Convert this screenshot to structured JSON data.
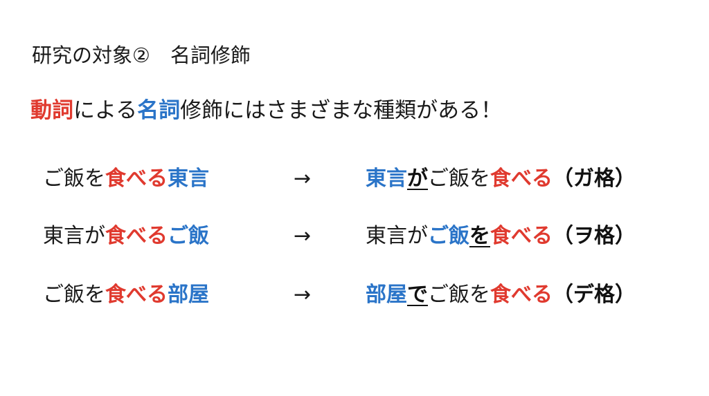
{
  "title": "研究の対象②　名詞修飾",
  "lead": {
    "verb": "動詞",
    "t1": "による",
    "noun": "名詞",
    "t2": "修飾にはさまざまな種類がある！"
  },
  "arrow": "→",
  "rows": [
    {
      "src": {
        "plain": "ご飯を",
        "verb": "食べる",
        "head": "東言"
      },
      "dst": [
        {
          "t": "東言",
          "s": "blue"
        },
        {
          "t": "が",
          "s": "case"
        },
        {
          "t": "ご飯を",
          "s": "plain"
        },
        {
          "t": "食べる",
          "s": "red"
        },
        {
          "t": "（ガ格）",
          "s": "lbl"
        }
      ]
    },
    {
      "src": {
        "plain": "東言が",
        "verb": "食べる",
        "head": "ご飯"
      },
      "dst": [
        {
          "t": "東言が",
          "s": "plain"
        },
        {
          "t": "ご飯",
          "s": "blue"
        },
        {
          "t": "を",
          "s": "case"
        },
        {
          "t": "食べる",
          "s": "red"
        },
        {
          "t": "（ヲ格）",
          "s": "lbl"
        }
      ]
    },
    {
      "src": {
        "plain": "ご飯を",
        "verb": "食べる",
        "head": "部屋"
      },
      "dst": [
        {
          "t": "部屋",
          "s": "blue"
        },
        {
          "t": "で",
          "s": "case"
        },
        {
          "t": "ご飯を",
          "s": "plain"
        },
        {
          "t": "食べる",
          "s": "red"
        },
        {
          "t": "（デ格）",
          "s": "lbl"
        }
      ]
    }
  ]
}
